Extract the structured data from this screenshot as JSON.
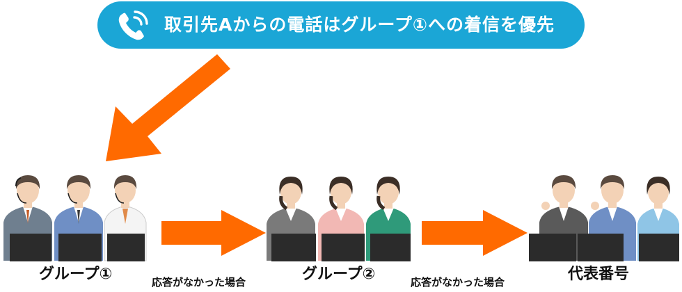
{
  "banner": {
    "text": "取引先Aからの電話はグループ①への着信を優先",
    "icon": "phone-icon",
    "color": "#1ba6d6"
  },
  "groups": [
    {
      "label": "グループ①"
    },
    {
      "label": "グループ②"
    },
    {
      "label": "代表番号"
    }
  ],
  "conditions": [
    {
      "label": "応答がなかった場合"
    },
    {
      "label": "応答がなかった場合"
    }
  ],
  "colors": {
    "arrow": "#ff6a00",
    "laptop": "#2b2b2b",
    "hair": "#5a4a3f",
    "skin": "#f3d2b6"
  }
}
